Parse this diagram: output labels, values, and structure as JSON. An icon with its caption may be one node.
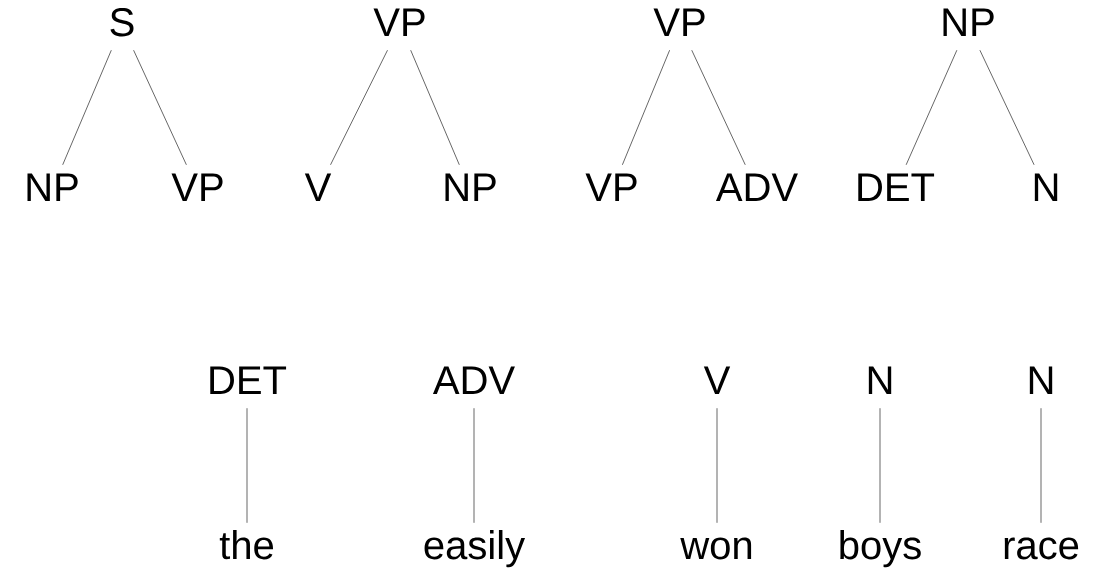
{
  "diagram": {
    "nodes": [
      {
        "text": [
          "S"
        ]
      },
      {
        "text": [
          "NP"
        ]
      },
      {
        "text": [
          "VP"
        ]
      },
      {
        "text": [
          "VP"
        ]
      },
      {
        "text": [
          "V"
        ]
      },
      {
        "text": [
          "NP"
        ]
      },
      {
        "text": [
          "VP"
        ]
      },
      {
        "text": [
          "VP"
        ]
      },
      {
        "text": [
          "ADV"
        ]
      },
      {
        "text": [
          "NP"
        ]
      },
      {
        "text": [
          "DET"
        ]
      },
      {
        "text": [
          "N"
        ]
      },
      {
        "text": [
          "DET"
        ]
      },
      {
        "text": [
          "the"
        ]
      },
      {
        "text": [
          "ADV"
        ]
      },
      {
        "text": [
          "easily"
        ]
      },
      {
        "text": [
          "V"
        ]
      },
      {
        "text": [
          "won"
        ]
      },
      {
        "text": [
          "N"
        ]
      },
      {
        "text": [
          "boys"
        ]
      },
      {
        "text": [
          "N"
        ]
      },
      {
        "text": [
          "race"
        ]
      }
    ],
    "edges": [
      {
        "from": 0,
        "to": 1,
        "arrow": "none"
      },
      {
        "from": 0,
        "to": 2,
        "arrow": "none"
      },
      {
        "from": 3,
        "to": 4,
        "arrow": "none"
      },
      {
        "from": 3,
        "to": 5,
        "arrow": "none"
      },
      {
        "from": 6,
        "to": 7,
        "arrow": "none"
      },
      {
        "from": 6,
        "to": 8,
        "arrow": "none"
      },
      {
        "from": 9,
        "to": 10,
        "arrow": "none"
      },
      {
        "from": 9,
        "to": 11,
        "arrow": "none"
      },
      {
        "from": 12,
        "to": 13,
        "arrow": "none"
      },
      {
        "from": 14,
        "to": 15,
        "arrow": "none"
      },
      {
        "from": 16,
        "to": 17,
        "arrow": "none"
      },
      {
        "from": 18,
        "to": 19,
        "arrow": "none"
      },
      {
        "from": 20,
        "to": 21,
        "arrow": "none"
      }
    ]
  }
}
